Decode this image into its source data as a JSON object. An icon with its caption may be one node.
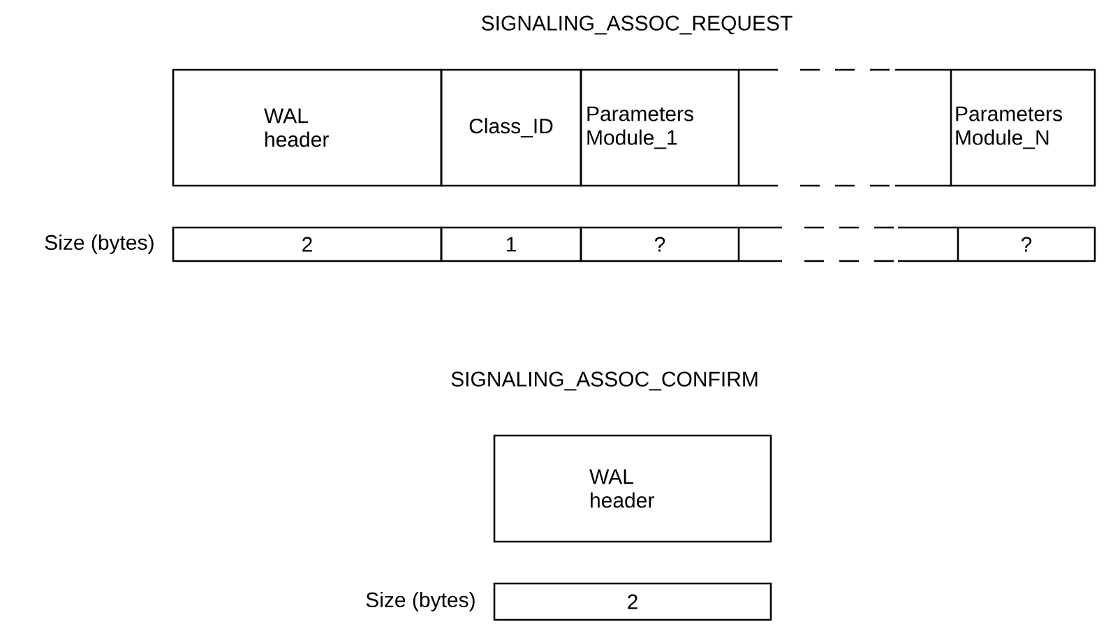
{
  "diagram": {
    "nodes": [
      {
        "text": [
          "WAL header"
        ]
      },
      {
        "text": [
          "Class_ID"
        ]
      },
      {
        "text": [
          "Parameters Module_1"
        ]
      },
      {
        "text": [],
        "shape": "box"
      },
      {
        "text": [
          "Parameters Module_N"
        ]
      },
      {
        "text": [
          "2"
        ]
      },
      {
        "text": [
          "1"
        ]
      },
      {
        "text": [
          "?"
        ]
      },
      {
        "text": [],
        "shape": "box"
      },
      {
        "text": [
          "?"
        ]
      },
      {
        "text": [
          "WAL header"
        ]
      },
      {
        "text": [
          "2"
        ]
      }
    ],
    "labels": [
      "SIGNALING_ASSOC_REQUEST",
      "Size (bytes)",
      "SIGNALING_ASSOC_CONFIRM",
      "Size (bytes)"
    ]
  }
}
